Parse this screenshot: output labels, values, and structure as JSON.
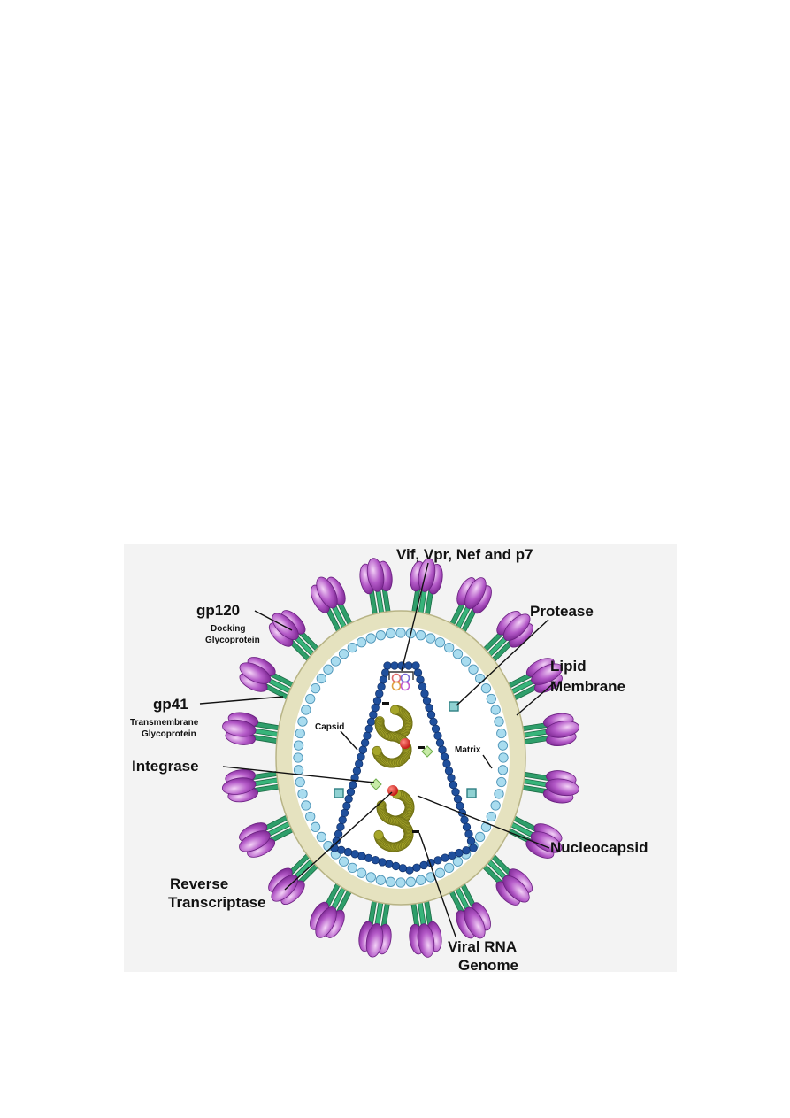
{
  "labels": {
    "vif": "Vif, Vpr, Nef and p7",
    "protease": "Protease",
    "lipid_1": "Lipid",
    "lipid_2": "Membrane",
    "gp120": "gp120",
    "gp120_sub_1": "Docking",
    "gp120_sub_2": "Glycoprotein",
    "gp41": "gp41",
    "gp41_sub_1": "Transmembrane",
    "gp41_sub_2": "Glycoprotein",
    "capsid": "Capsid",
    "matrix": "Matrix",
    "integrase": "Integrase",
    "nucleocapsid": "Nucleocapsid",
    "rt_1": "Reverse",
    "rt_2": "Transcriptase",
    "rna_1": "Viral RNA",
    "rna_2": "Genome"
  },
  "colors": {
    "panel_bg": "#f2f2f2",
    "membrane_outer": "#e7e4c2",
    "membrane_inner_bg": "#ffffff",
    "matrix_bead": "#a9dcef",
    "matrix_bead_stroke": "#5a9fc0",
    "capsid_bead": "#1f4d9a",
    "rna_coil": "#9a9a22",
    "rna_coil_light": "#c4c43a",
    "enzyme_red": "#d8201e",
    "enzyme_green": "#bfe6a0",
    "gp41_stem": "#2e9e6a",
    "gp120_lobe": "#a347b8",
    "gp120_light": "#e6b3ee",
    "protease_square": "#7fc7c9"
  }
}
